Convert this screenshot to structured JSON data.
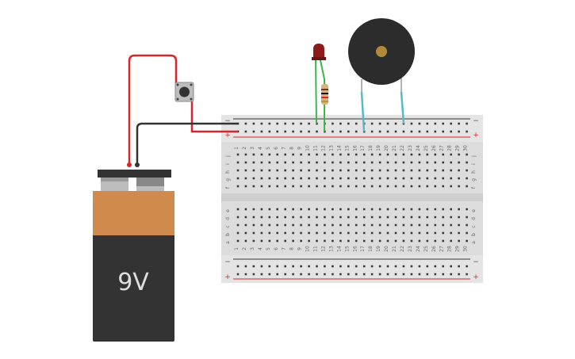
{
  "battery": {
    "label": "9V",
    "body_color": "#333333",
    "cap_color": "#d08a4e"
  },
  "breadboard": {
    "columns": 30,
    "top_rows": [
      "j",
      "i",
      "h",
      "g",
      "f"
    ],
    "bottom_rows": [
      "e",
      "d",
      "c",
      "b",
      "a"
    ],
    "rail_minus": "−",
    "rail_plus": "+",
    "column_numbers": [
      "1",
      "2",
      "3",
      "4",
      "5",
      "6",
      "7",
      "8",
      "9",
      "10",
      "11",
      "12",
      "13",
      "14",
      "15",
      "16",
      "17",
      "18",
      "19",
      "20",
      "21",
      "22",
      "23",
      "24",
      "25",
      "26",
      "27",
      "28",
      "29",
      "30"
    ]
  },
  "colors": {
    "wire_red": "#d9262b",
    "wire_black": "#333333",
    "wire_green": "#3fb54a",
    "wire_cyan": "#57b9c9",
    "led_red": "#8b1a1a",
    "buzzer": "#2c2c2c",
    "buzzer_center": "#b08a3a"
  },
  "components": {
    "battery": "9v-battery",
    "button": "pushbutton",
    "led": "led",
    "resistor": "resistor",
    "buzzer": "piezo-buzzer"
  }
}
